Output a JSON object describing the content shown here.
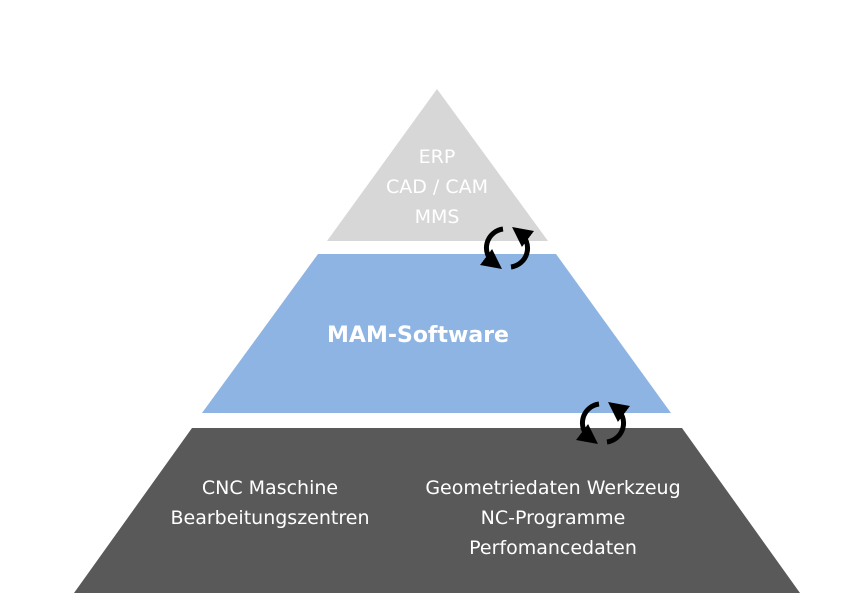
{
  "diagram": {
    "colors": {
      "top_tier": "#d7d7d7",
      "middle_tier": "#8eb4e3",
      "bottom_tier": "#595959",
      "text": "#ffffff",
      "arrows": "#000000"
    },
    "top_tier": {
      "lines": [
        "ERP",
        "CAD / CAM",
        "MMS"
      ]
    },
    "middle_tier": {
      "label": "MAM-Software"
    },
    "bottom_tier": {
      "left_lines": [
        "CNC Maschine",
        "Bearbeitungszentren"
      ],
      "right_lines": [
        "Geometriedaten Werkzeug",
        "NC-Programme",
        "Perfomancedaten"
      ]
    },
    "connectors": [
      {
        "name": "sync-arrows-top-middle",
        "icon": "refresh-cycle-icon"
      },
      {
        "name": "sync-arrows-middle-bottom",
        "icon": "refresh-cycle-icon"
      }
    ]
  }
}
